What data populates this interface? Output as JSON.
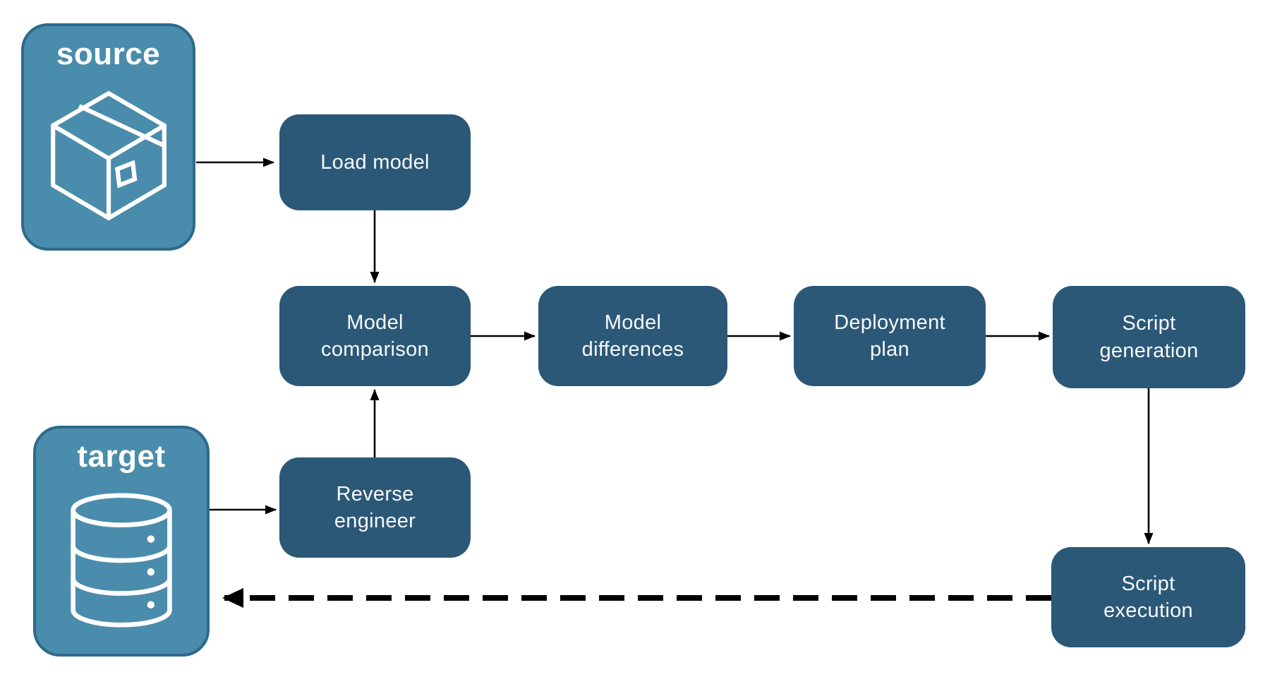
{
  "diagram": {
    "type": "flowchart",
    "background": "#ffffff"
  },
  "colors": {
    "node_fill": "#2B5877",
    "node_text": "#F7F9FB",
    "entity_fill": "#4A8CAB",
    "entity_border": "#2E6A89",
    "entity_text": "#FFFFFF",
    "arrow": "#000000"
  },
  "entities": {
    "source": {
      "label": "source",
      "icon": "package-icon"
    },
    "target": {
      "label": "target",
      "icon": "database-icon"
    }
  },
  "nodes": {
    "load_model": {
      "label": "Load model"
    },
    "model_comparison": {
      "label": "Model comparison"
    },
    "model_differences": {
      "label": "Model differences"
    },
    "deployment_plan": {
      "label": "Deployment plan"
    },
    "script_generation": {
      "label": "Script generation"
    },
    "reverse_engineer": {
      "label": "Reverse engineer"
    },
    "script_execution": {
      "label": "Script execution"
    }
  },
  "edges": [
    {
      "from": "source",
      "to": "load_model",
      "style": "solid"
    },
    {
      "from": "load_model",
      "to": "model_comparison",
      "style": "solid"
    },
    {
      "from": "model_comparison",
      "to": "model_differences",
      "style": "solid"
    },
    {
      "from": "model_differences",
      "to": "deployment_plan",
      "style": "solid"
    },
    {
      "from": "deployment_plan",
      "to": "script_generation",
      "style": "solid"
    },
    {
      "from": "script_generation",
      "to": "script_execution",
      "style": "solid"
    },
    {
      "from": "target",
      "to": "reverse_engineer",
      "style": "solid"
    },
    {
      "from": "reverse_engineer",
      "to": "model_comparison",
      "style": "solid"
    },
    {
      "from": "script_execution",
      "to": "target",
      "style": "dashed"
    }
  ]
}
